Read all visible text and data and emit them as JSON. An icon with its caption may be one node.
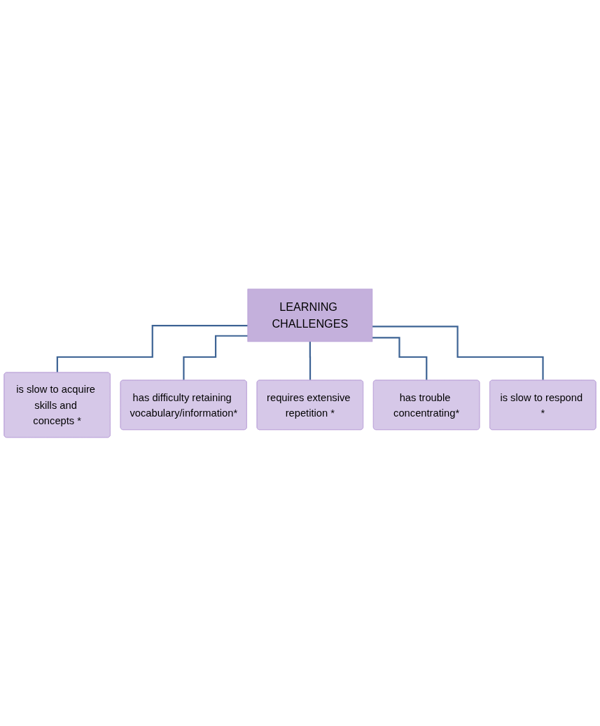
{
  "diagram": {
    "nodes": [
      {
        "text": [
          "LEARNING CHALLENGES"
        ]
      },
      {
        "text": [
          "is slow to acquire skills and concepts *"
        ]
      },
      {
        "text": [
          "has difficulty retaining vocabulary/information*"
        ]
      },
      {
        "text": [
          "requires extensive repetition *"
        ]
      },
      {
        "text": [
          "has trouble concentrating*"
        ]
      },
      {
        "text": [
          "is slow to respond *"
        ]
      }
    ],
    "edges": [
      {
        "from": 0,
        "to": 1,
        "arrow": "none"
      },
      {
        "from": 0,
        "to": 2,
        "arrow": "none"
      },
      {
        "from": 0,
        "to": 3,
        "arrow": "none"
      },
      {
        "from": 0,
        "to": 4,
        "arrow": "none"
      },
      {
        "from": 0,
        "to": 5,
        "arrow": "none"
      }
    ]
  }
}
